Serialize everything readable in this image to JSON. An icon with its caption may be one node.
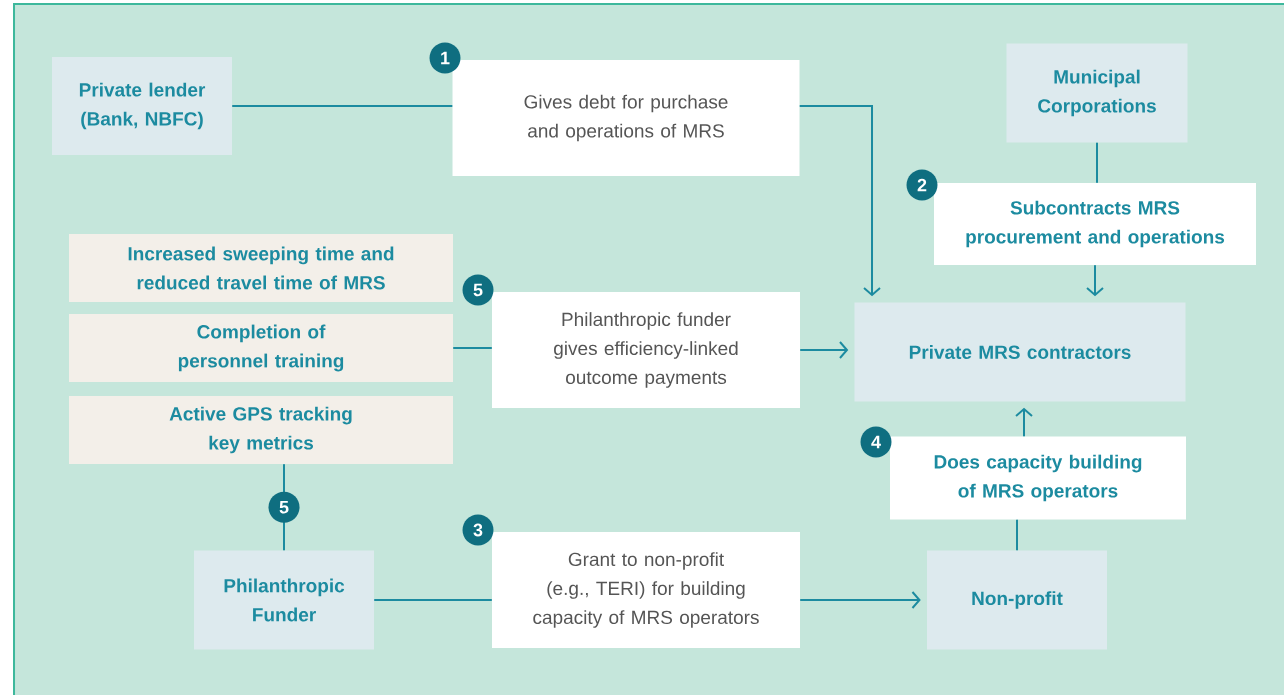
{
  "diagram": {
    "nodes": [
      {
        "text": [
          "Private lender (Bank, NBFC)"
        ]
      },
      {
        "text": [
          "Gives debt for purchase and operations of MRS"
        ],
        "beside": [
          "1"
        ]
      },
      {
        "text": [
          "Municipal Corporations"
        ]
      },
      {
        "text": [
          "Subcontracts MRS procurement and operations"
        ],
        "beside": [
          "2"
        ]
      },
      {
        "text": [
          "Increased sweeping time and reduced travel time of MRS"
        ]
      },
      {
        "text": [
          "Completion of personnel training"
        ]
      },
      {
        "text": [
          "Philanthropic funder gives efficiency-linked outcome payments"
        ],
        "beside": [
          "5"
        ]
      },
      {
        "text": [
          "Private MRS contractors"
        ]
      },
      {
        "text": [
          "Active GPS tracking key metrics"
        ]
      },
      {
        "text": [
          "Does capacity building of MRS operators"
        ],
        "beside": [
          "4"
        ]
      },
      {
        "text": [
          "Philanthropic Funder"
        ]
      },
      {
        "text": [
          "Grant to non-profit (e.g., TERI) for building capacity of MRS operators"
        ],
        "beside": [
          "3"
        ]
      },
      {
        "text": [
          "Non-profit"
        ]
      }
    ],
    "edges": [
      {
        "from": 0,
        "to": 1,
        "arrow": "none"
      },
      {
        "from": 1,
        "to": 7,
        "arrow": "to"
      },
      {
        "from": 2,
        "to": 3,
        "arrow": "none"
      },
      {
        "from": 3,
        "to": 7,
        "arrow": "to"
      },
      {
        "from": 5,
        "to": 6,
        "arrow": "none"
      },
      {
        "from": 6,
        "to": 7,
        "arrow": "to"
      },
      {
        "from": 8,
        "to": 10,
        "arrow": "none",
        "label": "5"
      },
      {
        "from": 10,
        "to": 11,
        "arrow": "none"
      },
      {
        "from": 11,
        "to": 12,
        "arrow": "to"
      },
      {
        "from": 12,
        "to": 9,
        "arrow": "none"
      },
      {
        "from": 9,
        "to": 7,
        "arrow": "to"
      }
    ]
  }
}
